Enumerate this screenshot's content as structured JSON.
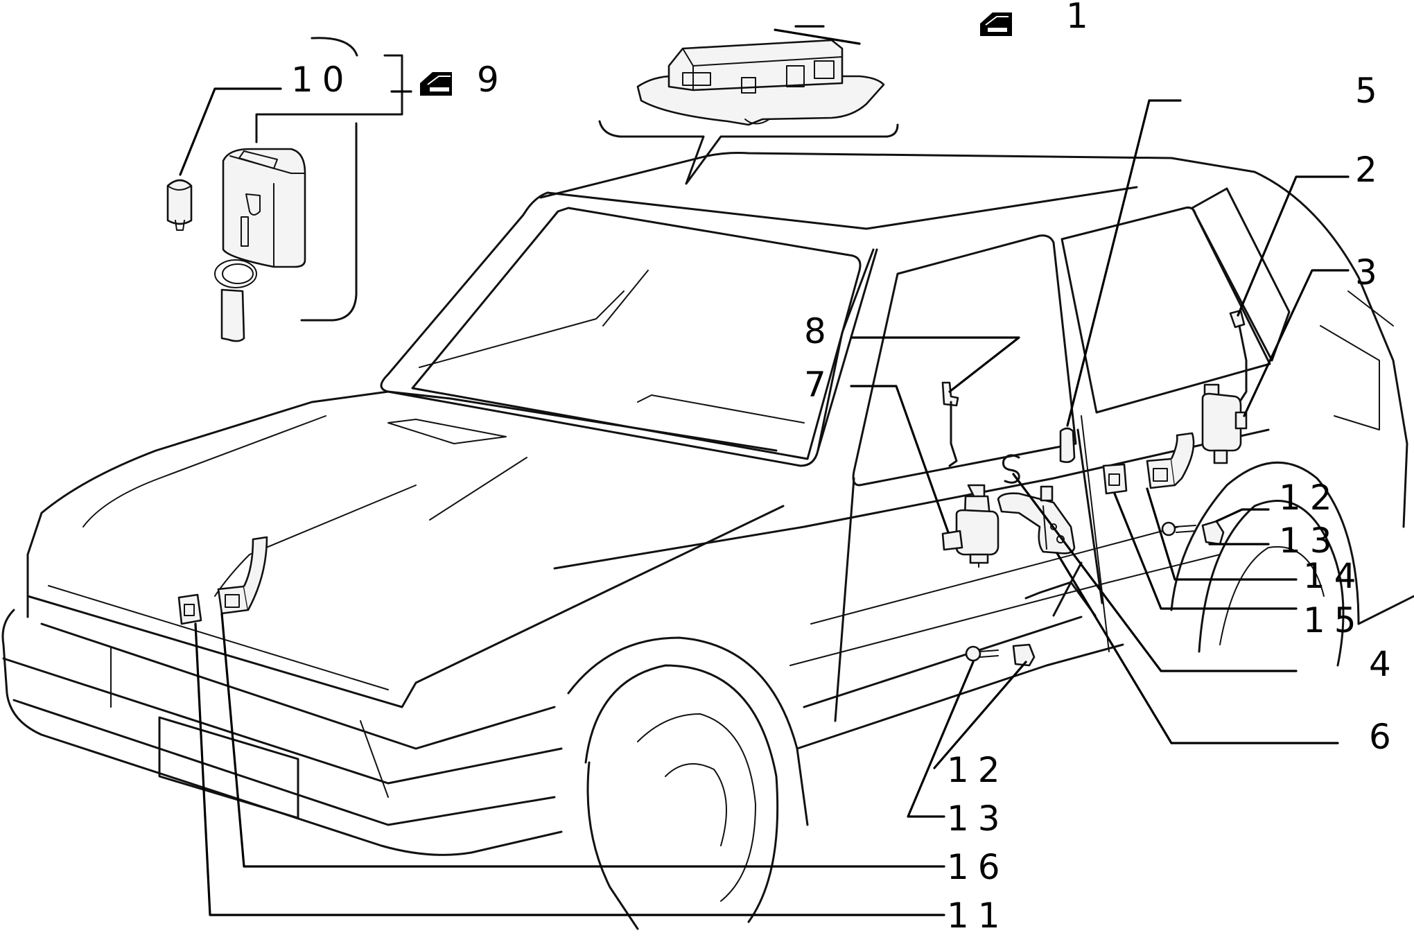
{
  "callouts": {
    "c1": "1",
    "c2": "2",
    "c3": "3",
    "c4": "4",
    "c5": "5",
    "c6": "6",
    "c7": "7",
    "c8": "8",
    "c9": "9",
    "c10": "10",
    "c11": "11",
    "c12a": "12",
    "c12b": "12",
    "c13a": "13",
    "c13b": "13",
    "c14": "14",
    "c15": "15",
    "c16": "16"
  }
}
